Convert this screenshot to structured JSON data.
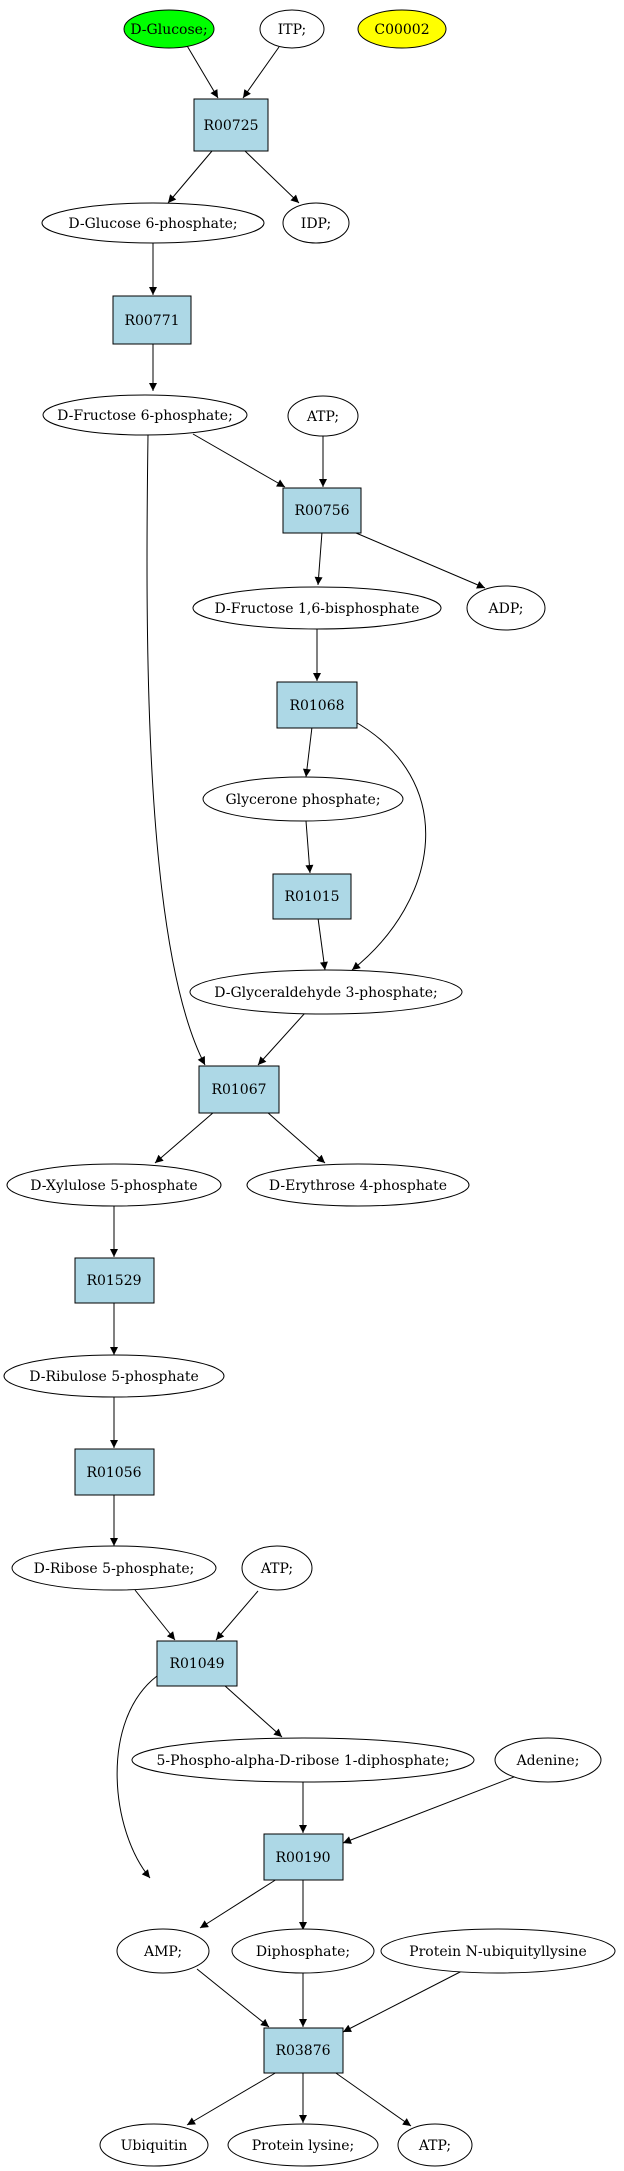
{
  "colors": {
    "compound_fill": "#ffffff",
    "start_fill": "#00ff00",
    "highlight_fill": "#ffff00",
    "reaction_fill": "#add8e6",
    "stroke": "#000000"
  },
  "nodes": {
    "d_glucose": "D-Glucose;",
    "itp": "ITP;",
    "c00002": "C00002",
    "r00725": "R00725",
    "d_glucose_6p": "D-Glucose 6-phosphate;",
    "idp": "IDP;",
    "r00771": "R00771",
    "d_fructose_6p": "D-Fructose 6-phosphate;",
    "atp_1": "ATP;",
    "r00756": "R00756",
    "d_fructose_16bp": "D-Fructose 1,6-bisphosphate",
    "adp": "ADP;",
    "r01068": "R01068",
    "glycerone_p": "Glycerone phosphate;",
    "r01015": "R01015",
    "d_glyceraldehyde_3p": "D-Glyceraldehyde 3-phosphate;",
    "r01067": "R01067",
    "d_xylulose_5p": "D-Xylulose 5-phosphate",
    "d_erythrose_4p": "D-Erythrose 4-phosphate",
    "r01529": "R01529",
    "d_ribulose_5p": "D-Ribulose 5-phosphate",
    "r01056": "R01056",
    "d_ribose_5p": "D-Ribose 5-phosphate;",
    "atp_2": "ATP;",
    "r01049": "R01049",
    "prpp": "5-Phospho-alpha-D-ribose 1-diphosphate;",
    "adenine": "Adenine;",
    "r00190": "R00190",
    "amp": "AMP;",
    "diphosphate": "Diphosphate;",
    "protein_n_ubiquityllysine": "Protein N-ubiquityllysine",
    "r03876": "R03876",
    "ubiquitin": "Ubiquitin",
    "protein_lysine": "Protein lysine;",
    "atp_3": "ATP;"
  }
}
